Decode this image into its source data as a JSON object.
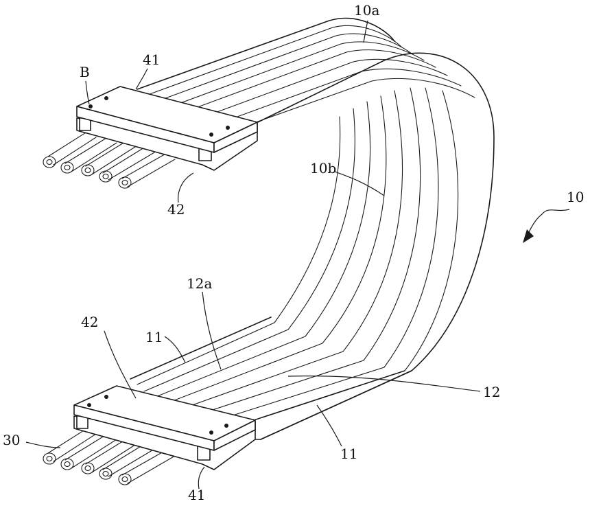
{
  "figure": {
    "labels": {
      "ref_10a": "10a",
      "ref_41_top": "41",
      "ref_B": "B",
      "ref_10b": "10b",
      "ref_10": "10",
      "ref_42_top": "42",
      "ref_12a": "12a",
      "ref_42_bottom": "42",
      "ref_11_left": "11",
      "ref_12": "12",
      "ref_30": "30",
      "ref_11_right": "11",
      "ref_41_bottom": "41"
    },
    "colors": {
      "line": "#1a1a1a",
      "background": "#ffffff"
    }
  }
}
